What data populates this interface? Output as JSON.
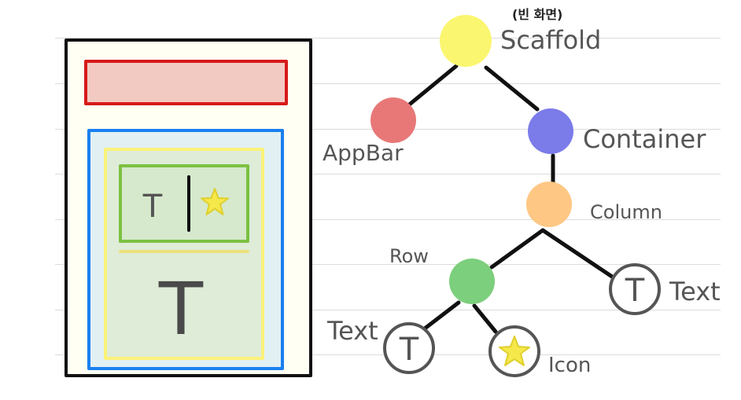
{
  "tree": {
    "scaffold": {
      "label": "Scaffold",
      "note": "(빈 화면)",
      "color": "#fbf66f"
    },
    "appbar": {
      "label": "AppBar",
      "color": "#e87878"
    },
    "container": {
      "label": "Container",
      "color": "#7b7bea"
    },
    "column": {
      "label": "Column",
      "color": "#fec784"
    },
    "row": {
      "label": "Row",
      "color": "#7ccf7c"
    },
    "text_left": {
      "label": "Text",
      "glyph": "T"
    },
    "icon": {
      "label": "Icon",
      "glyph": "star-icon"
    },
    "text_right": {
      "label": "Text",
      "glyph": "T"
    }
  },
  "wireframe": {
    "row_text_glyph": "T",
    "column_text_glyph": "T",
    "colors": {
      "appbar_border": "#d61a1a",
      "container_border": "#1a7ff0",
      "column_border": "#fbf27a",
      "row_border": "#7cc142",
      "star": "#f5e84a"
    }
  }
}
